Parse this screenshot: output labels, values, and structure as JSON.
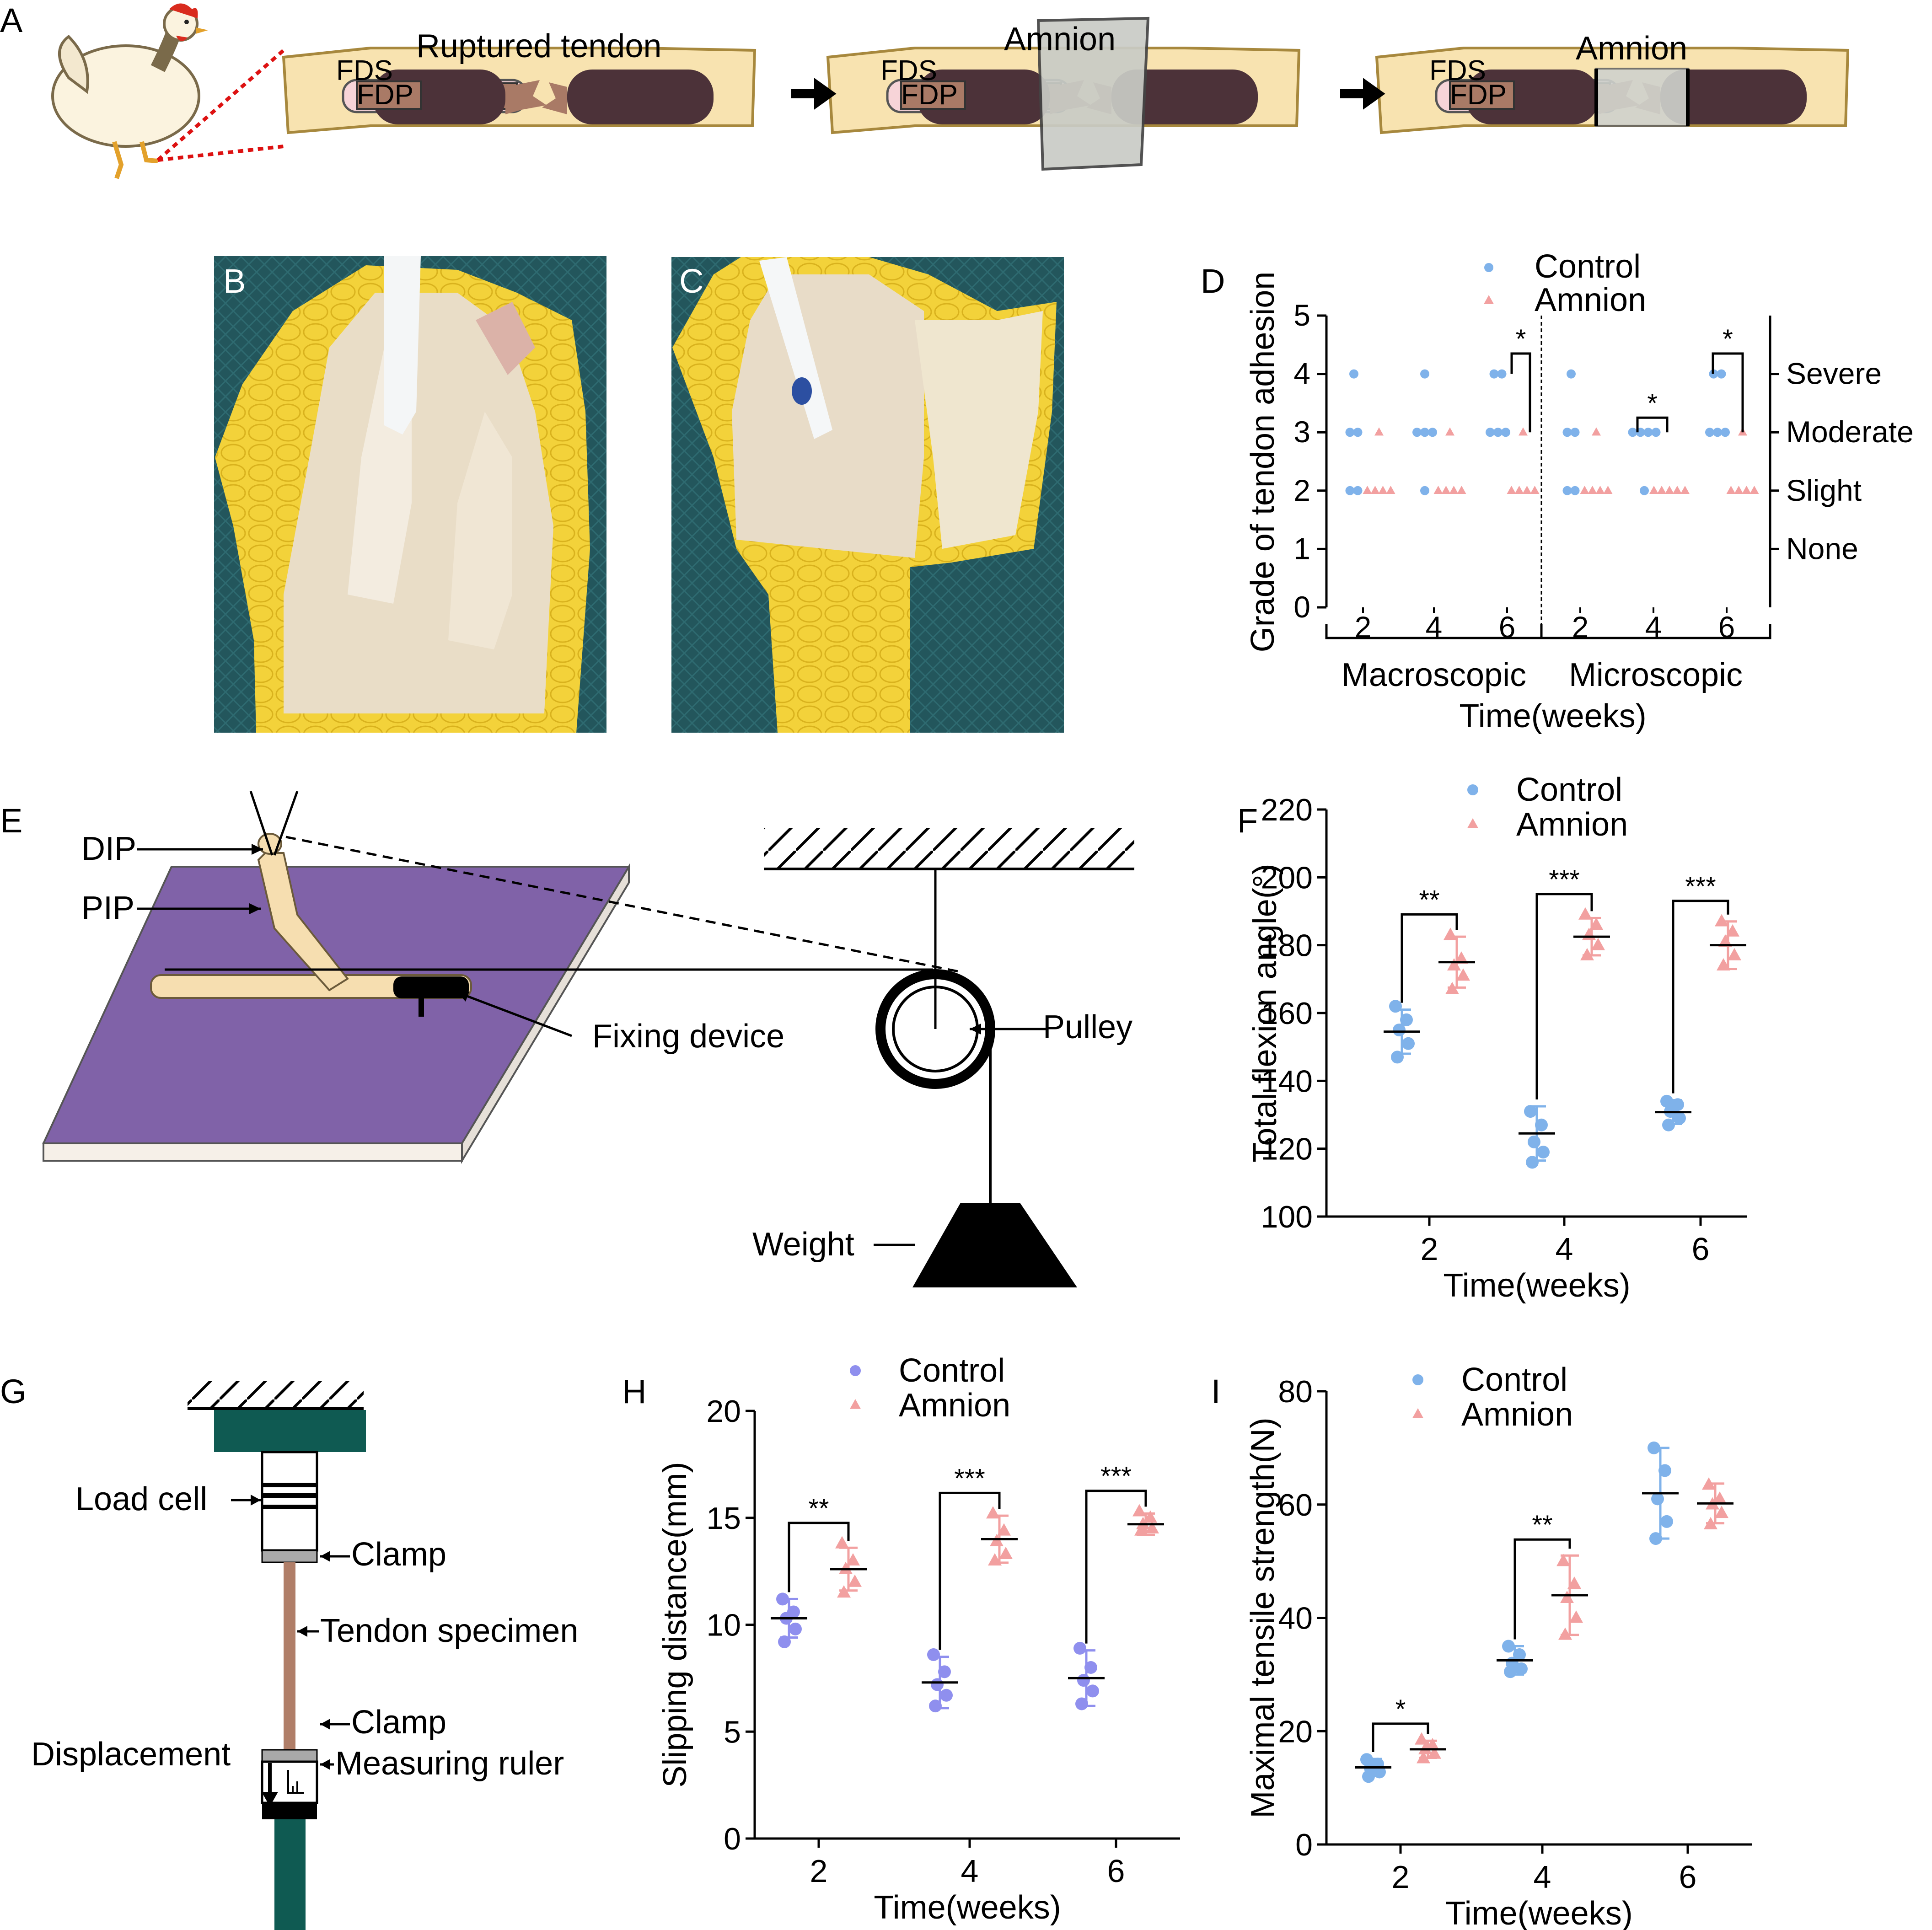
{
  "colors": {
    "control": "#7fb2ea",
    "amnion": "#f2a0a0",
    "control_h": "#8f8fee",
    "purple": "#8062a8",
    "teal": "#0f5a52",
    "tendon": "#a97a66",
    "bone": "#f8e3b0",
    "skin": "#f5cf5c",
    "dark_tendon": "#4c3239"
  },
  "panel_a": {
    "letter": "A",
    "title1": "Ruptured tendon",
    "title2": "Amnion",
    "title3": "Amnion",
    "fds": "FDS",
    "fdp": "FDP"
  },
  "panel_b": {
    "letter": "B"
  },
  "panel_c": {
    "letter": "C"
  },
  "panel_e": {
    "letter": "E",
    "dip": "DIP",
    "pip": "PIP",
    "fixing": "Fixing device",
    "pulley": "Pulley",
    "weight": "Weight"
  },
  "panel_g": {
    "letter": "G",
    "load_cell": "Load cell",
    "clamp_top": "Clamp",
    "tendon": "Tendon specimen",
    "clamp_bottom": "Clamp",
    "displacement": "Displacement",
    "ruler": "Measuring ruler"
  },
  "chart_data": [
    {
      "id": "D",
      "type": "scatter",
      "letter": "D",
      "ylabel": "Grade of tendon adhesion",
      "xlabel": "Time(weeks)",
      "ylim": [
        0,
        5
      ],
      "yticks": [
        "0",
        "1",
        "2",
        "3",
        "4",
        "5"
      ],
      "right_labels": [
        "Severe",
        "Moderate",
        "Slight",
        "None"
      ],
      "right_values": [
        4,
        3,
        2,
        1
      ],
      "groups": [
        "Macroscopic",
        "Microscopic"
      ],
      "categories": [
        "2",
        "4",
        "6",
        "2",
        "4",
        "6"
      ],
      "legend": [
        "Control",
        "Amnion"
      ],
      "series": [
        {
          "name": "Control",
          "values": [
            [
              4,
              3,
              3,
              2,
              2
            ],
            [
              4,
              3,
              3,
              3,
              2
            ],
            [
              4,
              4,
              3,
              3,
              3
            ],
            [
              4,
              3,
              3,
              2,
              2
            ],
            [
              3,
              3,
              3,
              3,
              2
            ],
            [
              4,
              4,
              3,
              3,
              3
            ]
          ]
        },
        {
          "name": "Amnion",
          "values": [
            [
              3,
              2,
              2,
              2,
              2
            ],
            [
              3,
              2,
              2,
              2,
              2
            ],
            [
              3,
              2,
              2,
              2,
              2
            ],
            [
              3,
              2,
              2,
              2,
              2
            ],
            [
              2,
              2,
              2,
              2,
              2
            ],
            [
              3,
              2,
              2,
              2,
              2
            ]
          ]
        }
      ],
      "significance": [
        {
          "category": "6",
          "group": "Macroscopic",
          "label": "*"
        },
        {
          "category": "4",
          "group": "Microscopic",
          "label": "*"
        },
        {
          "category": "6",
          "group": "Microscopic",
          "label": "*"
        }
      ]
    },
    {
      "id": "F",
      "type": "scatter",
      "letter": "F",
      "ylabel": "Total flexion angle(°)",
      "xlabel": "Time(weeks)",
      "ylim": [
        100,
        220
      ],
      "yticks": [
        "100",
        "120",
        "140",
        "160",
        "180",
        "200",
        "220"
      ],
      "categories": [
        "2",
        "4",
        "6"
      ],
      "legend": [
        "Control",
        "Amnion"
      ],
      "series": [
        {
          "name": "Control",
          "mean": [
            154.5,
            124.5,
            130.8
          ],
          "sd": [
            6.5,
            8,
            3.5
          ],
          "points": [
            [
              162,
              158,
              155,
              151,
              147
            ],
            [
              131,
              127,
              122,
              119,
              116
            ],
            [
              134,
              133,
              131,
              129,
              127
            ]
          ]
        },
        {
          "name": "Amnion",
          "mean": [
            175,
            182.5,
            180
          ],
          "sd": [
            7.5,
            5.5,
            7
          ],
          "points": [
            [
              183,
              176,
              174,
              171,
              167
            ],
            [
              189,
              186,
              183,
              180,
              177
            ],
            [
              187,
              184,
              181,
              177,
              174
            ]
          ]
        }
      ],
      "significance": [
        "**",
        "***",
        "***"
      ]
    },
    {
      "id": "H",
      "type": "scatter",
      "letter": "H",
      "ylabel": "Slipping distance(mm)",
      "xlabel": "Time(weeks)",
      "ylim": [
        0,
        20
      ],
      "yticks": [
        "0",
        "5",
        "10",
        "15",
        "20"
      ],
      "categories": [
        "2",
        "4",
        "6"
      ],
      "legend": [
        "Control",
        "Amnion"
      ],
      "series": [
        {
          "name": "Control",
          "mean": [
            10.3,
            7.3,
            7.5
          ],
          "sd": [
            0.9,
            1.2,
            1.3
          ],
          "points": [
            [
              11.2,
              10.6,
              10.3,
              9.8,
              9.2
            ],
            [
              8.6,
              7.8,
              7.2,
              6.7,
              6.2
            ],
            [
              8.9,
              8.0,
              7.4,
              6.9,
              6.3
            ]
          ]
        },
        {
          "name": "Amnion",
          "mean": [
            12.6,
            14.0,
            14.7
          ],
          "sd": [
            1.0,
            1.1,
            0.5
          ],
          "points": [
            [
              13.8,
              13.0,
              12.6,
              12.0,
              11.5
            ],
            [
              15.2,
              14.4,
              13.9,
              13.3,
              13.0
            ],
            [
              15.3,
              15.0,
              14.7,
              14.5,
              14.4
            ]
          ]
        }
      ],
      "significance": [
        "**",
        "***",
        "***"
      ]
    },
    {
      "id": "I",
      "type": "scatter",
      "letter": "I",
      "ylabel": "Maximal tensile strength(N)",
      "xlabel": "Time(weeks)",
      "ylim": [
        0,
        80
      ],
      "yticks": [
        "0",
        "20",
        "40",
        "60",
        "80"
      ],
      "categories": [
        "2",
        "4",
        "6"
      ],
      "legend": [
        "Control",
        "Amnion"
      ],
      "series": [
        {
          "name": "Control",
          "mean": [
            13.6,
            32.5,
            62.0
          ],
          "sd": [
            1.5,
            2.5,
            8.0
          ],
          "points": [
            [
              15.0,
              14.2,
              13.5,
              12.8,
              12.0
            ],
            [
              35.0,
              33.5,
              32.0,
              31.0,
              30.5
            ],
            [
              70.0,
              66.0,
              61.0,
              57.0,
              54.0
            ]
          ]
        },
        {
          "name": "Amnion",
          "mean": [
            16.8,
            44.0,
            60.2
          ],
          "sd": [
            1.5,
            7.0,
            3.5
          ],
          "points": [
            [
              18.5,
              17.5,
              16.8,
              16.0,
              15.2
            ],
            [
              50.0,
              46.0,
              43.5,
              40.0,
              37.0
            ],
            [
              63.5,
              61.0,
              60.0,
              58.5,
              56.5
            ]
          ]
        }
      ],
      "significance": [
        "*",
        "**"
      ]
    }
  ]
}
